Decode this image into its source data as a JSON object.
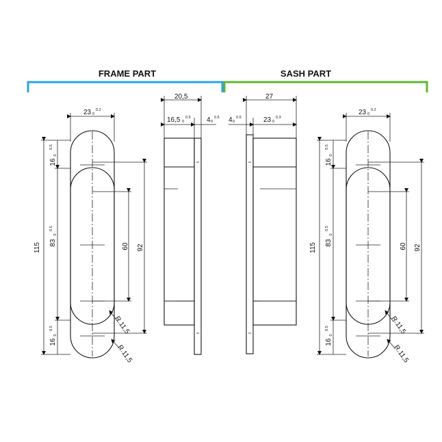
{
  "headers": {
    "frame": "FRAME PART",
    "sash": "SASH PART",
    "frame_color": "#29a3e6",
    "sash_color": "#5cb82e"
  },
  "dims": {
    "width_main": "23",
    "width_tol": "0",
    "width_tol_up": "0.2",
    "width_sash_tol_up": "0.3",
    "total_len": "115",
    "inner_len": "83",
    "len_tol_up": "0.5",
    "len_tol_low": "0",
    "end_len": "16",
    "hole_spacing": "60",
    "hole_span": "92",
    "radius": "R.11,5",
    "depth_frame": "20,5",
    "depth_frame_inner": "16,5",
    "plate_thk": "4",
    "depth_sash": "27"
  }
}
